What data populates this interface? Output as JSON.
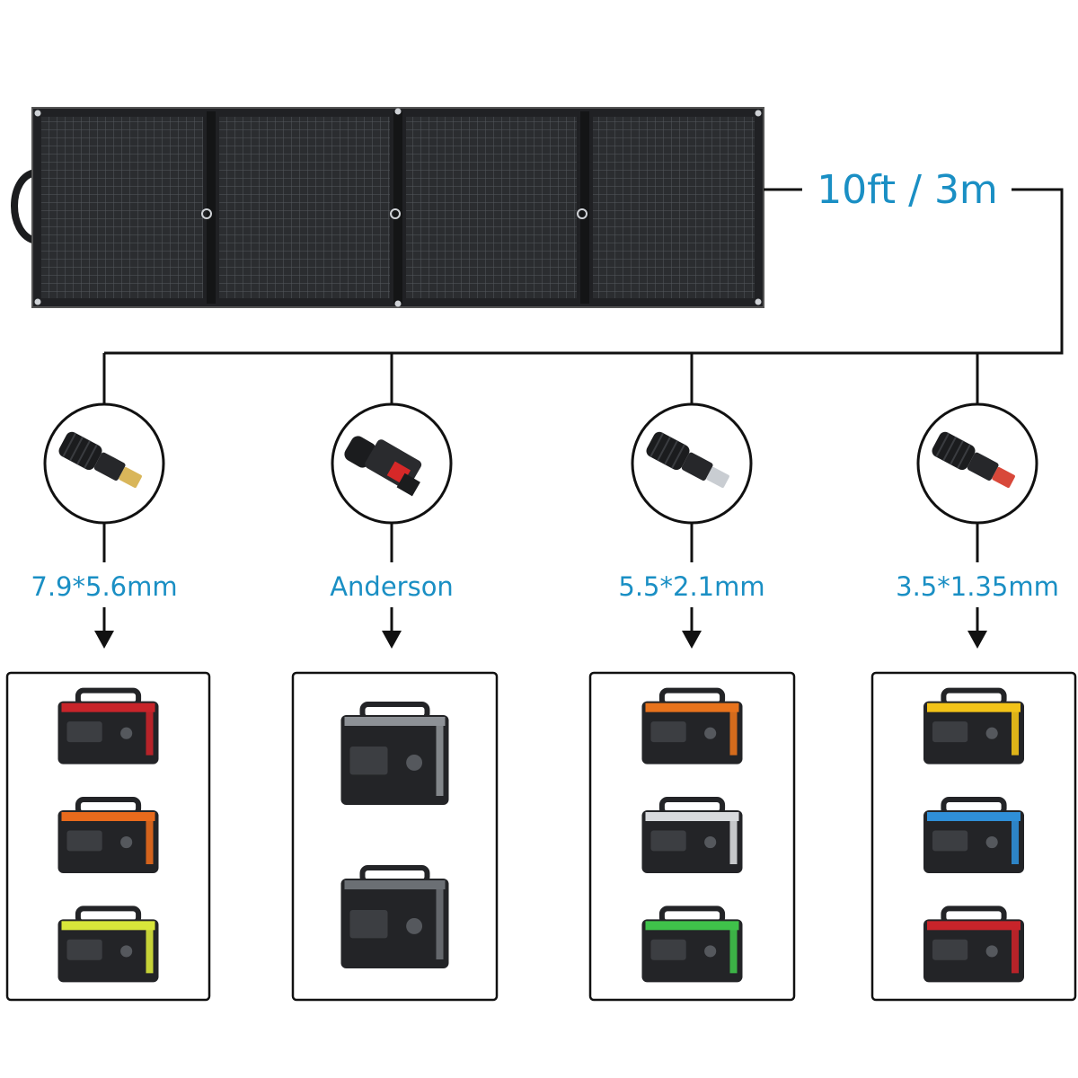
{
  "cable_length_label": "10ft / 3m",
  "colors": {
    "label_blue": "#1a8fc4",
    "line": "#111111",
    "panel_dark": "#2b2d30",
    "panel_grid": "#55595e"
  },
  "connectors": [
    {
      "label": "7.9*5.6mm",
      "plug_icon": "barrel-plug-icon",
      "tip_color": "#d9b65a",
      "devices": [
        {
          "icon": "power-station-icon",
          "accent": "#c8242a"
        },
        {
          "icon": "power-station-icon",
          "accent": "#e86a1c"
        },
        {
          "icon": "power-station-icon",
          "accent": "#d8e63a"
        }
      ]
    },
    {
      "label": "Anderson",
      "plug_icon": "anderson-plug-icon",
      "tip_color": "#d62828",
      "devices": [
        {
          "icon": "power-station-icon",
          "accent": "#8d9196"
        },
        {
          "icon": "power-station-icon",
          "accent": "#6b6f74"
        }
      ]
    },
    {
      "label": "5.5*2.1mm",
      "plug_icon": "barrel-plug-icon",
      "tip_color": "#c9cdd2",
      "devices": [
        {
          "icon": "power-station-icon",
          "accent": "#e8731c"
        },
        {
          "icon": "power-station-icon",
          "accent": "#d8dadd"
        },
        {
          "icon": "power-station-icon",
          "accent": "#3fc24a"
        }
      ]
    },
    {
      "label": "3.5*1.35mm",
      "plug_icon": "barrel-plug-icon",
      "tip_color": "#d8483a",
      "devices": [
        {
          "icon": "power-station-icon",
          "accent": "#f2c318"
        },
        {
          "icon": "power-station-icon",
          "accent": "#2f8fd8"
        },
        {
          "icon": "power-station-icon",
          "accent": "#c8242a"
        }
      ]
    }
  ]
}
